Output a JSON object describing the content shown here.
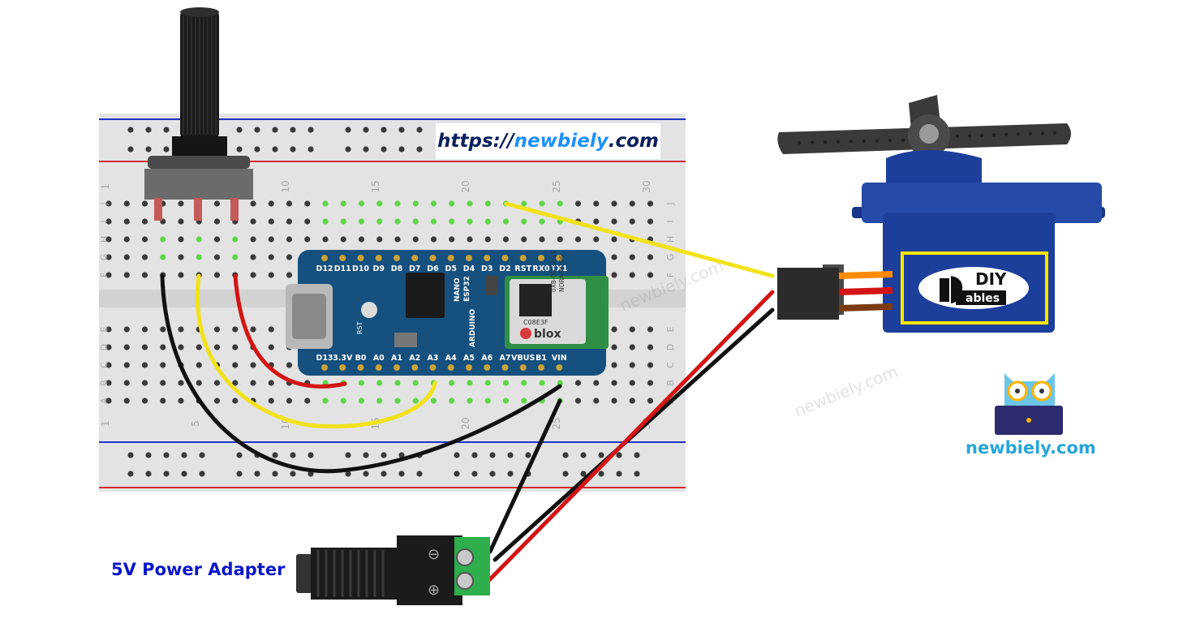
{
  "website": {
    "prefix": "https://",
    "name": "newbiely",
    "suffix": ".com"
  },
  "power_adapter": {
    "label": "5V Power Adapter",
    "terminal_minus": "⊖",
    "terminal_plus": "⊕"
  },
  "logo": {
    "text": "newbiely.com"
  },
  "watermark": {
    "text": "newbiely.com"
  },
  "breadboard": {
    "column_numbers": [
      "1",
      "5",
      "10",
      "15",
      "20",
      "25",
      "30"
    ],
    "row_letters_top": [
      "J",
      "I",
      "H",
      "G",
      "F"
    ],
    "row_letters_bottom": [
      "E",
      "D",
      "C",
      "B",
      "A"
    ]
  },
  "board": {
    "top_pins": [
      "D12",
      "D11",
      "D10",
      "D9",
      "D8",
      "D7",
      "D6",
      "D5",
      "D4",
      "D3",
      "D2",
      "RST",
      "RX0",
      "TX1"
    ],
    "bottom_pins": [
      "D13",
      "3.3V",
      "B0",
      "A0",
      "A1",
      "A2",
      "A3",
      "A4",
      "A5",
      "A6",
      "A7",
      "VBUS",
      "B1",
      "VIN"
    ],
    "model_lines": [
      "NANO",
      "ESP32"
    ],
    "brand": "ARDUINO",
    "module": {
      "code": "C08E3F",
      "line1": "0XB-00 22/15",
      "line2": "NORA-W106",
      "brand": "blox"
    },
    "rst_label": "RST"
  },
  "servo": {
    "label_top": "DIY",
    "label_bottom": "ables"
  },
  "colors": {
    "wire_red": "#d41414",
    "wire_yellow": "#f2e21a",
    "wire_black": "#111111",
    "board_blue": "#15507e",
    "servo_blue": "#1d3f9c",
    "rail_red": "#d62828",
    "rail_blue": "#2033c9",
    "hole_green": "#5fd648"
  }
}
